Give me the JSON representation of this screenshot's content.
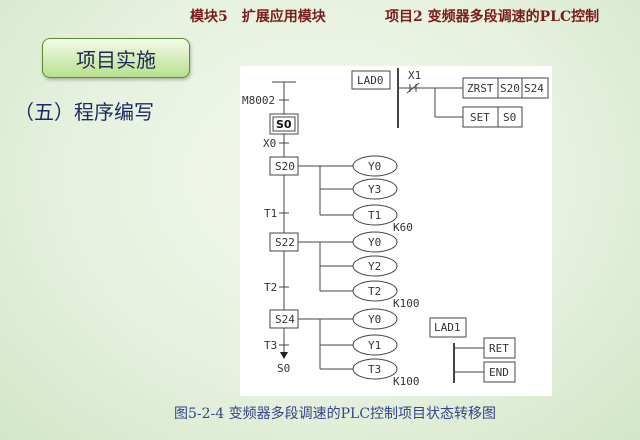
{
  "header": {
    "module": "模块5　扩展应用模块",
    "project": "项目2 变频器多段调速的PLC控制"
  },
  "section_button": "项目实施",
  "subtitle": "（五）程序编写",
  "caption": "图5-2-4  变频器多段调速的PLC控制项目状态转移图",
  "diagram": {
    "sfc": {
      "init_condition": "M8002",
      "init_step": "S0",
      "t0": "X0",
      "s1": "S20",
      "s1_out": [
        "Y0",
        "Y3",
        "T1"
      ],
      "s1_k": "K60",
      "t1": "T1",
      "s2": "S22",
      "s2_out": [
        "Y0",
        "Y2",
        "T2"
      ],
      "s2_k": "K100",
      "t2": "T2",
      "s3": "S24",
      "s3_out": [
        "Y0",
        "Y1",
        "T3"
      ],
      "s3_k": "K100",
      "t3": "T3",
      "jump": "S0"
    },
    "lad0": {
      "label": "LAD0",
      "contact": "X1",
      "zrst": [
        "ZRST",
        "S20",
        "S24"
      ],
      "set": [
        "SET",
        "S0"
      ]
    },
    "lad1": {
      "label": "LAD1",
      "ret": "RET",
      "end": "END"
    }
  }
}
